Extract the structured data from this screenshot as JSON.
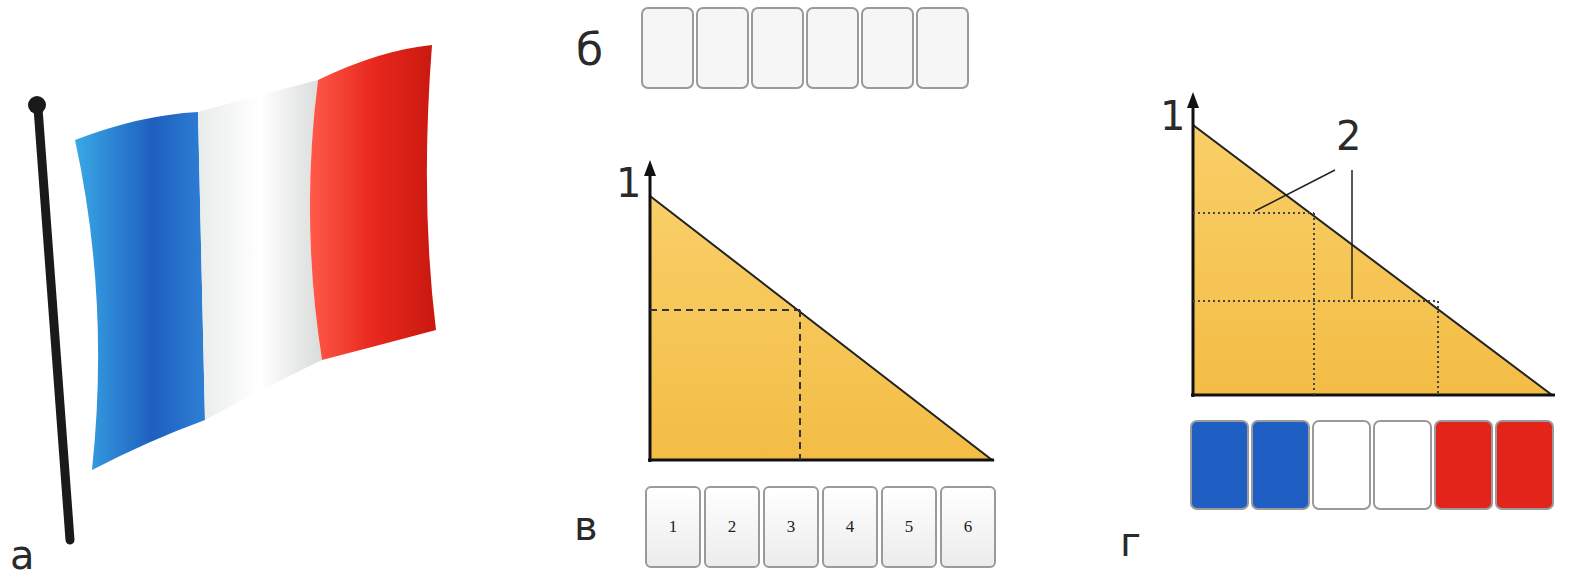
{
  "diagram": {
    "nodes": [
      {
        "text": [
          "1"
        ]
      },
      {
        "text": [
          "2"
        ]
      },
      {
        "text": [
          "3"
        ]
      },
      {
        "text": [
          "4"
        ]
      },
      {
        "text": [
          "5"
        ]
      },
      {
        "text": [
          "6"
        ]
      }
    ],
    "labels": [
      "б",
      "1",
      "1",
      "2",
      "а",
      "в",
      "г"
    ]
  }
}
